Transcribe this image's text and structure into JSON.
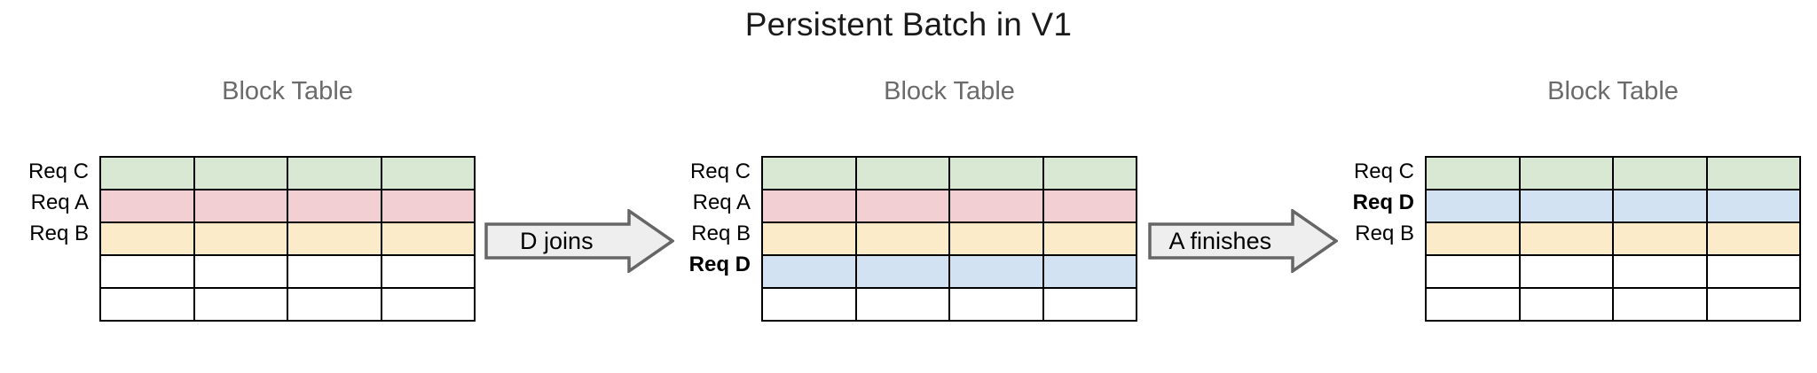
{
  "title": "Persistent Batch in V1",
  "palette": {
    "green": "#D9E8D2",
    "pink": "#F2CFD3",
    "yellow": "#FBEBC8",
    "blue": "#D2E2F2",
    "empty": "#FFFFFF",
    "grid_line": "#000000",
    "group_title": "#6B6B6B",
    "arrow_fill": "#EEEEEE",
    "arrow_stroke": "#666666"
  },
  "tables": [
    {
      "id": "table-1",
      "title": "Block Table",
      "columns": 4,
      "rows": [
        {
          "label": "Req C",
          "color": "green",
          "bold": false,
          "empty": false
        },
        {
          "label": "Req A",
          "color": "pink",
          "bold": false,
          "empty": false
        },
        {
          "label": "Req B",
          "color": "yellow",
          "bold": false,
          "empty": false
        },
        {
          "label": "",
          "color": "empty",
          "bold": false,
          "empty": true
        },
        {
          "label": "",
          "color": "empty",
          "bold": false,
          "empty": true
        }
      ]
    },
    {
      "id": "table-2",
      "title": "Block Table",
      "columns": 4,
      "rows": [
        {
          "label": "Req C",
          "color": "green",
          "bold": false,
          "empty": false
        },
        {
          "label": "Req A",
          "color": "pink",
          "bold": false,
          "empty": false
        },
        {
          "label": "Req B",
          "color": "yellow",
          "bold": false,
          "empty": false
        },
        {
          "label": "Req D",
          "color": "blue",
          "bold": true,
          "empty": false
        },
        {
          "label": "",
          "color": "empty",
          "bold": false,
          "empty": true
        }
      ]
    },
    {
      "id": "table-3",
      "title": "Block Table",
      "columns": 4,
      "rows": [
        {
          "label": "Req C",
          "color": "green",
          "bold": false,
          "empty": false
        },
        {
          "label": "Req D",
          "color": "blue",
          "bold": true,
          "empty": false
        },
        {
          "label": "Req B",
          "color": "yellow",
          "bold": false,
          "empty": false
        },
        {
          "label": "",
          "color": "empty",
          "bold": false,
          "empty": true
        },
        {
          "label": "",
          "color": "empty",
          "bold": false,
          "empty": true
        }
      ]
    }
  ],
  "arrows": [
    {
      "id": "arrow-d-joins",
      "label": "D joins"
    },
    {
      "id": "arrow-a-finishes",
      "label": "A finishes"
    }
  ]
}
